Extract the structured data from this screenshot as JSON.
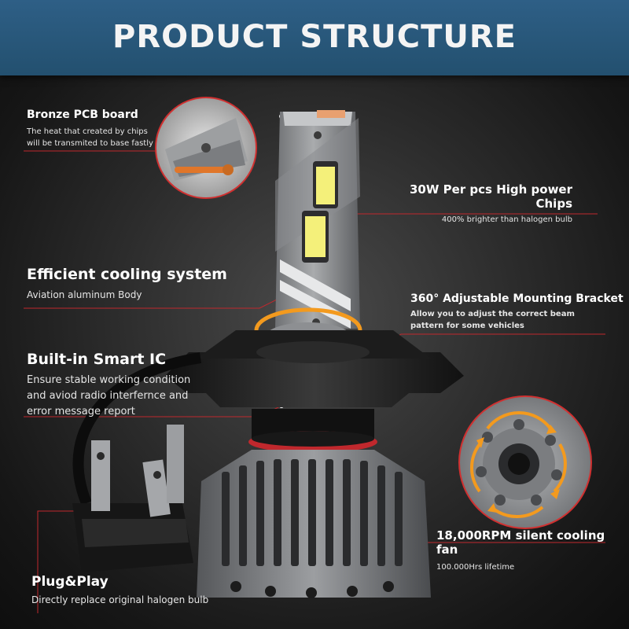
{
  "header": {
    "title": "PRODUCT STRUCTURE"
  },
  "features": {
    "bronze_pcb": {
      "title": "Bronze PCB board",
      "desc_line1": "The heat that created by chips",
      "desc_line2": "will be transmited to base fastly"
    },
    "chips": {
      "title": "30W Per pcs High power Chips",
      "desc": "400% brighter than halogen bulb"
    },
    "cooling": {
      "title": "Efficient cooling system",
      "desc": "Aviation aluminum Body"
    },
    "bracket": {
      "title": "360° Adjustable Mounting Bracket",
      "desc_line1": "Allow you to adjust the correct beam",
      "desc_line2": "pattern for some vehicles"
    },
    "smart_ic": {
      "title": "Built-in Smart IC",
      "desc_line1": "Ensure stable working condition",
      "desc_line2": "and aviod radio interfernce and",
      "desc_line3": "error message report"
    },
    "fan": {
      "title": "18,000RPM silent cooling fan",
      "desc": "100.000Hrs lifetime"
    },
    "plug": {
      "title": "Plug&Play",
      "desc": "Directly replace original halogen bulb"
    }
  },
  "colors": {
    "header_bg": "#2b5a7e",
    "callout_line": "#c0282d",
    "led_chip": "#f4f07a",
    "arrow_orange": "#f39a1e"
  },
  "icons": {
    "rotation_arrow": "rotate-arrow-icon",
    "fan_arrows": "fan-rotation-icon"
  }
}
